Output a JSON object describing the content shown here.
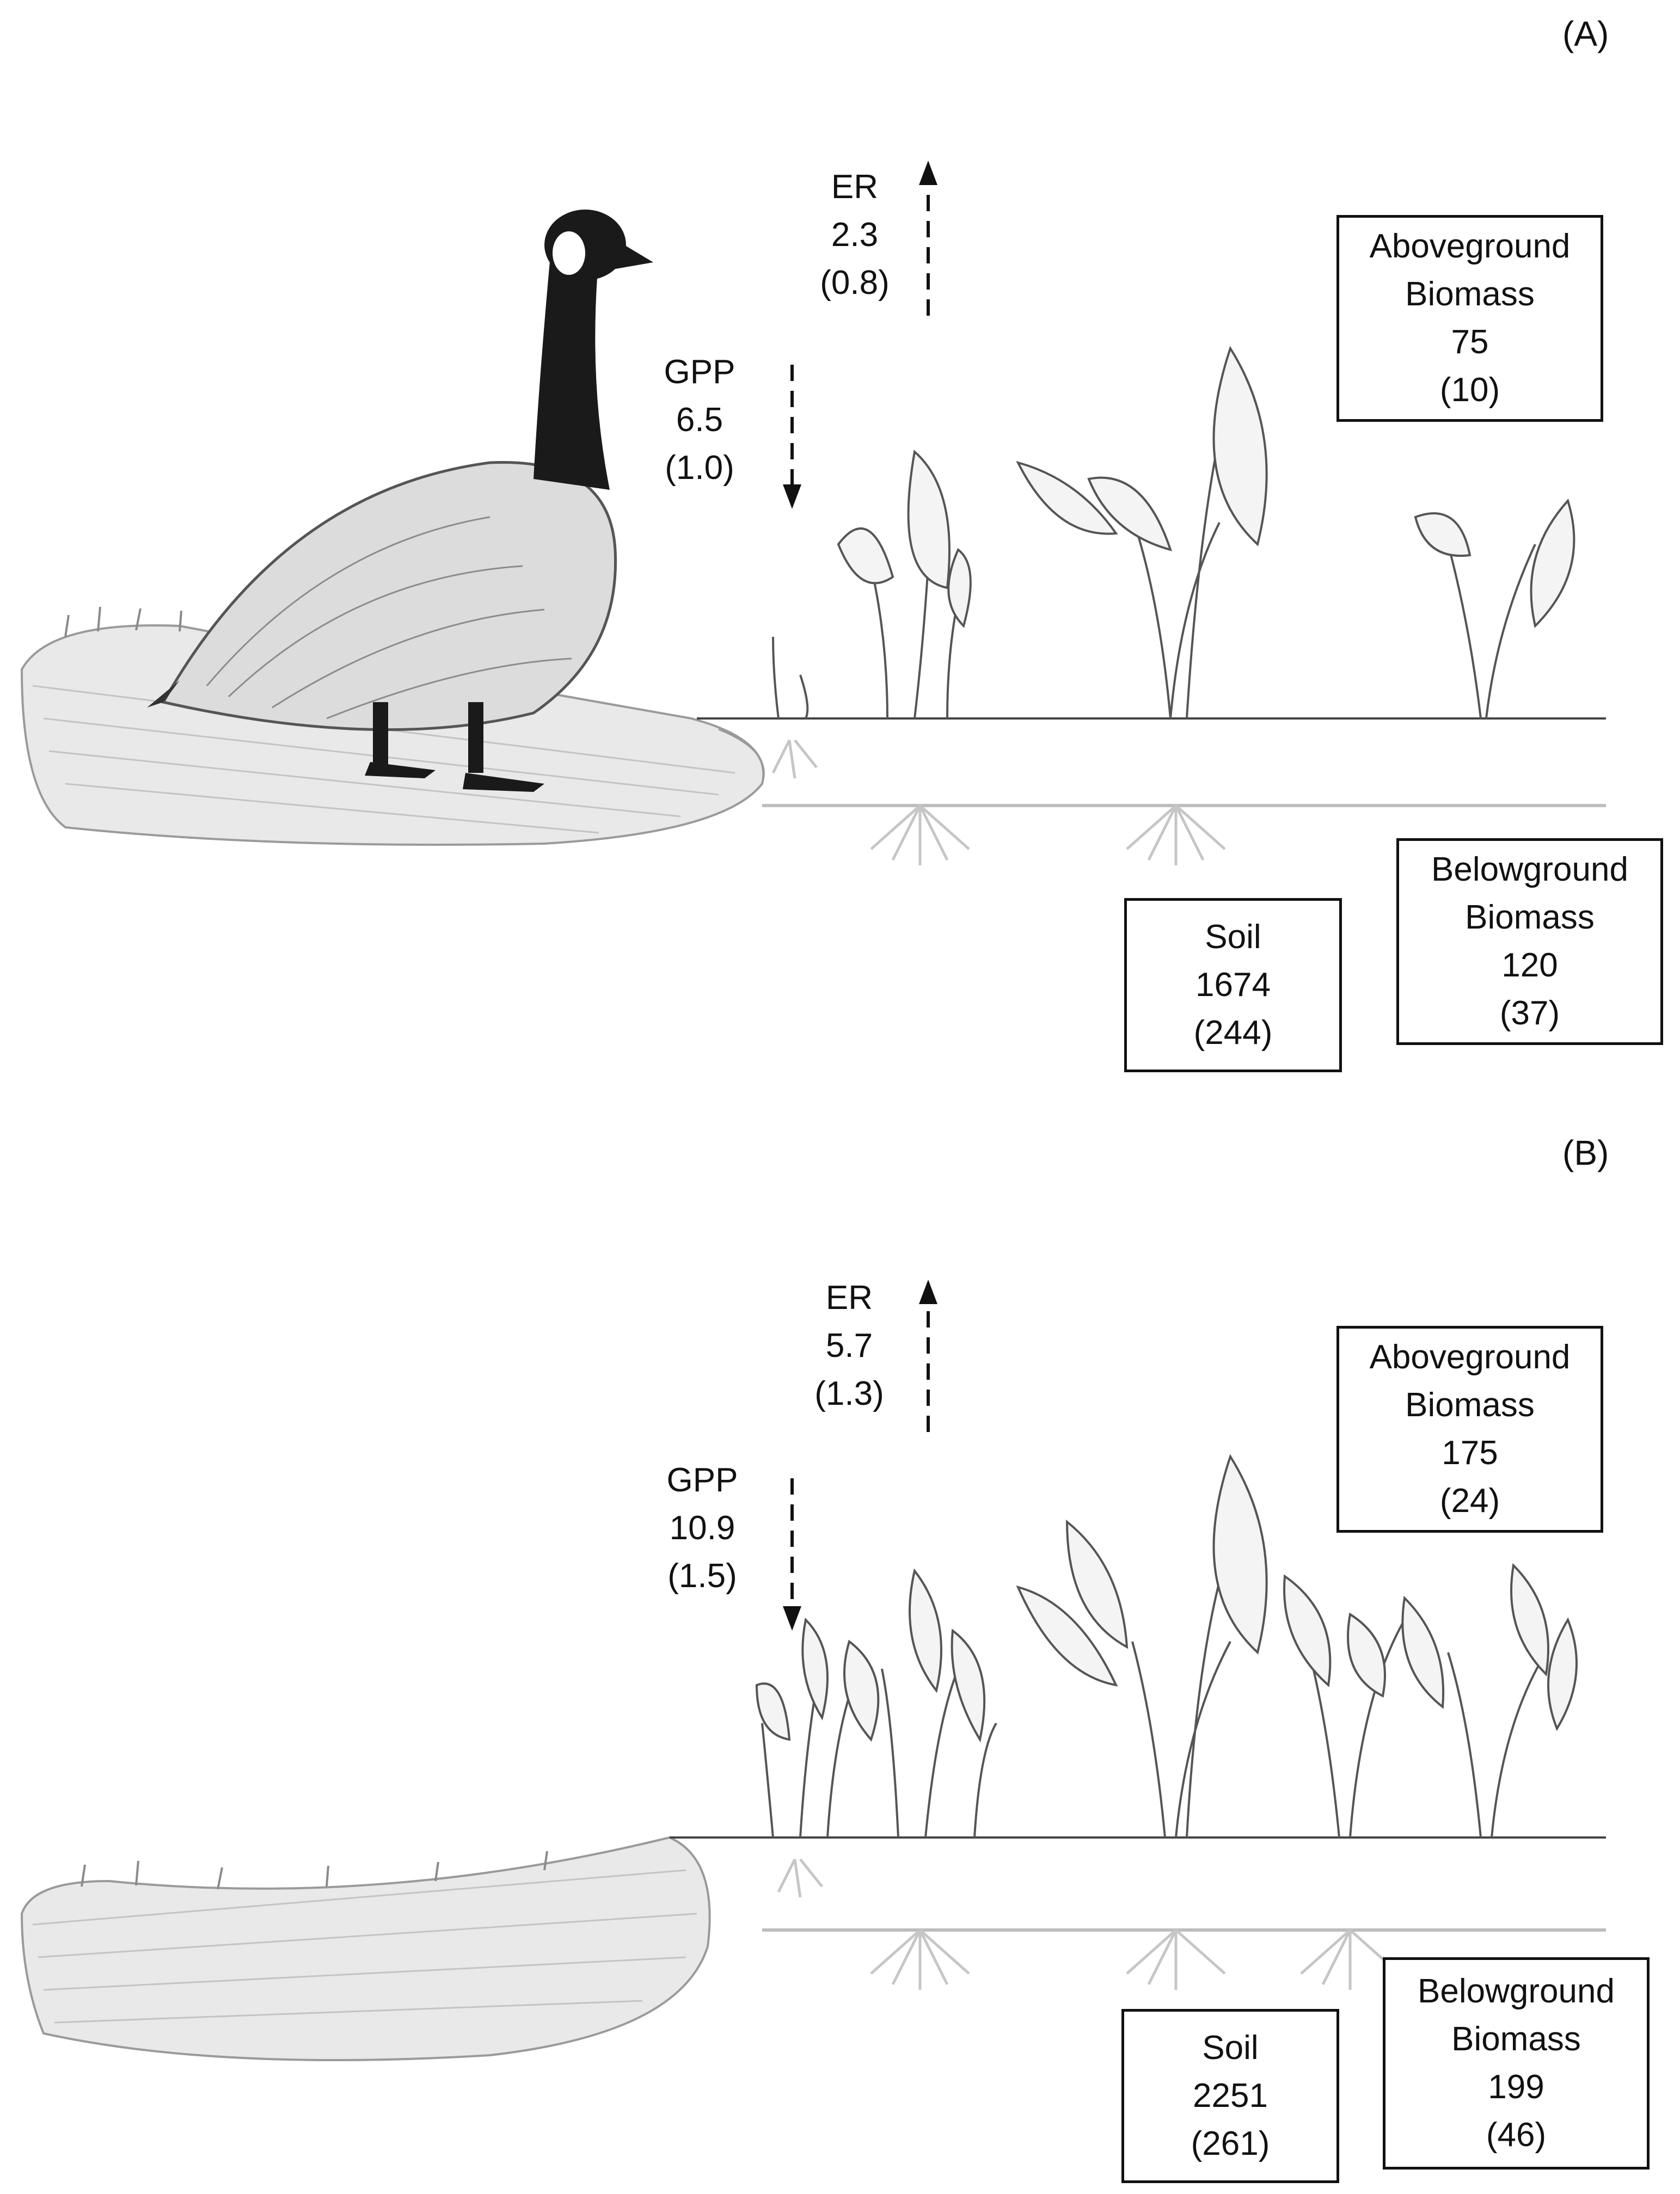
{
  "panels": [
    {
      "label": "(A)",
      "er": {
        "name": "ER",
        "value": "2.3",
        "se": "(0.8)"
      },
      "gpp": {
        "name": "GPP",
        "value": "6.5",
        "se": "(1.0)"
      },
      "aboveground": {
        "line1": "Aboveground",
        "line2": "Biomass",
        "value": "75",
        "se": "(10)"
      },
      "soil": {
        "name": "Soil",
        "value": "1674",
        "se": "(244)"
      },
      "belowground": {
        "line1": "Belowground",
        "line2": "Biomass",
        "value": "120",
        "se": "(37)"
      }
    },
    {
      "label": "(B)",
      "er": {
        "name": "ER",
        "value": "5.7",
        "se": "(1.3)"
      },
      "gpp": {
        "name": "GPP",
        "value": "10.9",
        "se": "(1.5)"
      },
      "aboveground": {
        "line1": "Aboveground",
        "line2": "Biomass",
        "value": "175",
        "se": "(24)"
      },
      "soil": {
        "name": "Soil",
        "value": "2251",
        "se": "(261)"
      },
      "belowground": {
        "line1": "Belowground",
        "line2": "Biomass",
        "value": "199",
        "se": "(46)"
      }
    }
  ],
  "colors": {
    "ink": "#111111",
    "sketch": "#6b6b6b",
    "grass": "#9a9a9a",
    "goose_neck": "#1a1a1a"
  },
  "icons": [
    "goose-illustration",
    "arrowhead-plant-illustration",
    "grass-bank-illustration",
    "dashed-arrow-up",
    "dashed-arrow-down"
  ]
}
